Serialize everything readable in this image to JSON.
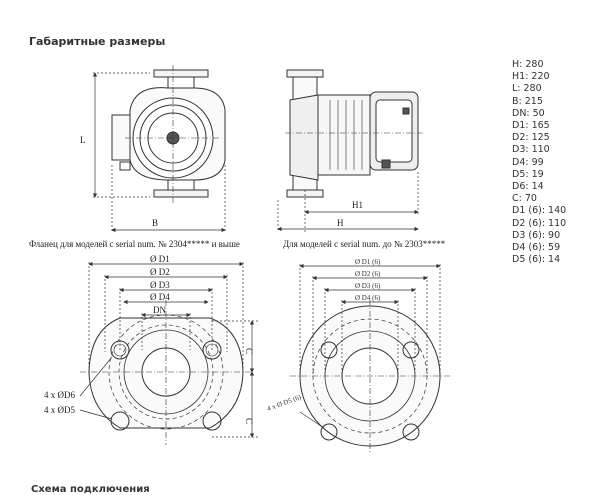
{
  "title": "Габаритные размеры",
  "specs": [
    {
      "label": "H",
      "value": "280"
    },
    {
      "label": "H1",
      "value": "220"
    },
    {
      "label": "L",
      "value": "280"
    },
    {
      "label": "B",
      "value": "215"
    },
    {
      "label": "DN",
      "value": "50"
    },
    {
      "label": "D1",
      "value": "165"
    },
    {
      "label": "D2",
      "value": "125"
    },
    {
      "label": "D3",
      "value": "110"
    },
    {
      "label": "D4",
      "value": "99"
    },
    {
      "label": "D5",
      "value": "19"
    },
    {
      "label": "D6",
      "value": "14"
    },
    {
      "label": "C",
      "value": "70"
    },
    {
      "label": "D1 (6)",
      "value": "140"
    },
    {
      "label": "D2 (6)",
      "value": "110"
    },
    {
      "label": "D3 (6)",
      "value": "90"
    },
    {
      "label": "D4 (6)",
      "value": "59"
    },
    {
      "label": "D5 (6)",
      "value": "14"
    }
  ],
  "captions": {
    "left": "Фланец для моделей с serial num. № 2304***** и выше",
    "right": "Для моделей с serial num. до № 2303*****"
  },
  "labels": {
    "L": "L",
    "B": "B",
    "H": "H",
    "H1": "H1",
    "d1": "Ø D1",
    "d2": "Ø D2",
    "d3": "Ø D3",
    "d4": "Ø D4",
    "dn": "DN",
    "c": "C",
    "holes6": "4 x ØD6",
    "holes5": "4 x ØD5",
    "r_d1": "Ø D1 (6)",
    "r_d2": "Ø D2 (6)",
    "r_d3": "Ø D3 (6)",
    "r_d4": "Ø D4 (6)",
    "r_holes": "4 x Ø D5 (6)"
  },
  "bottom_text": "Схема подключения"
}
